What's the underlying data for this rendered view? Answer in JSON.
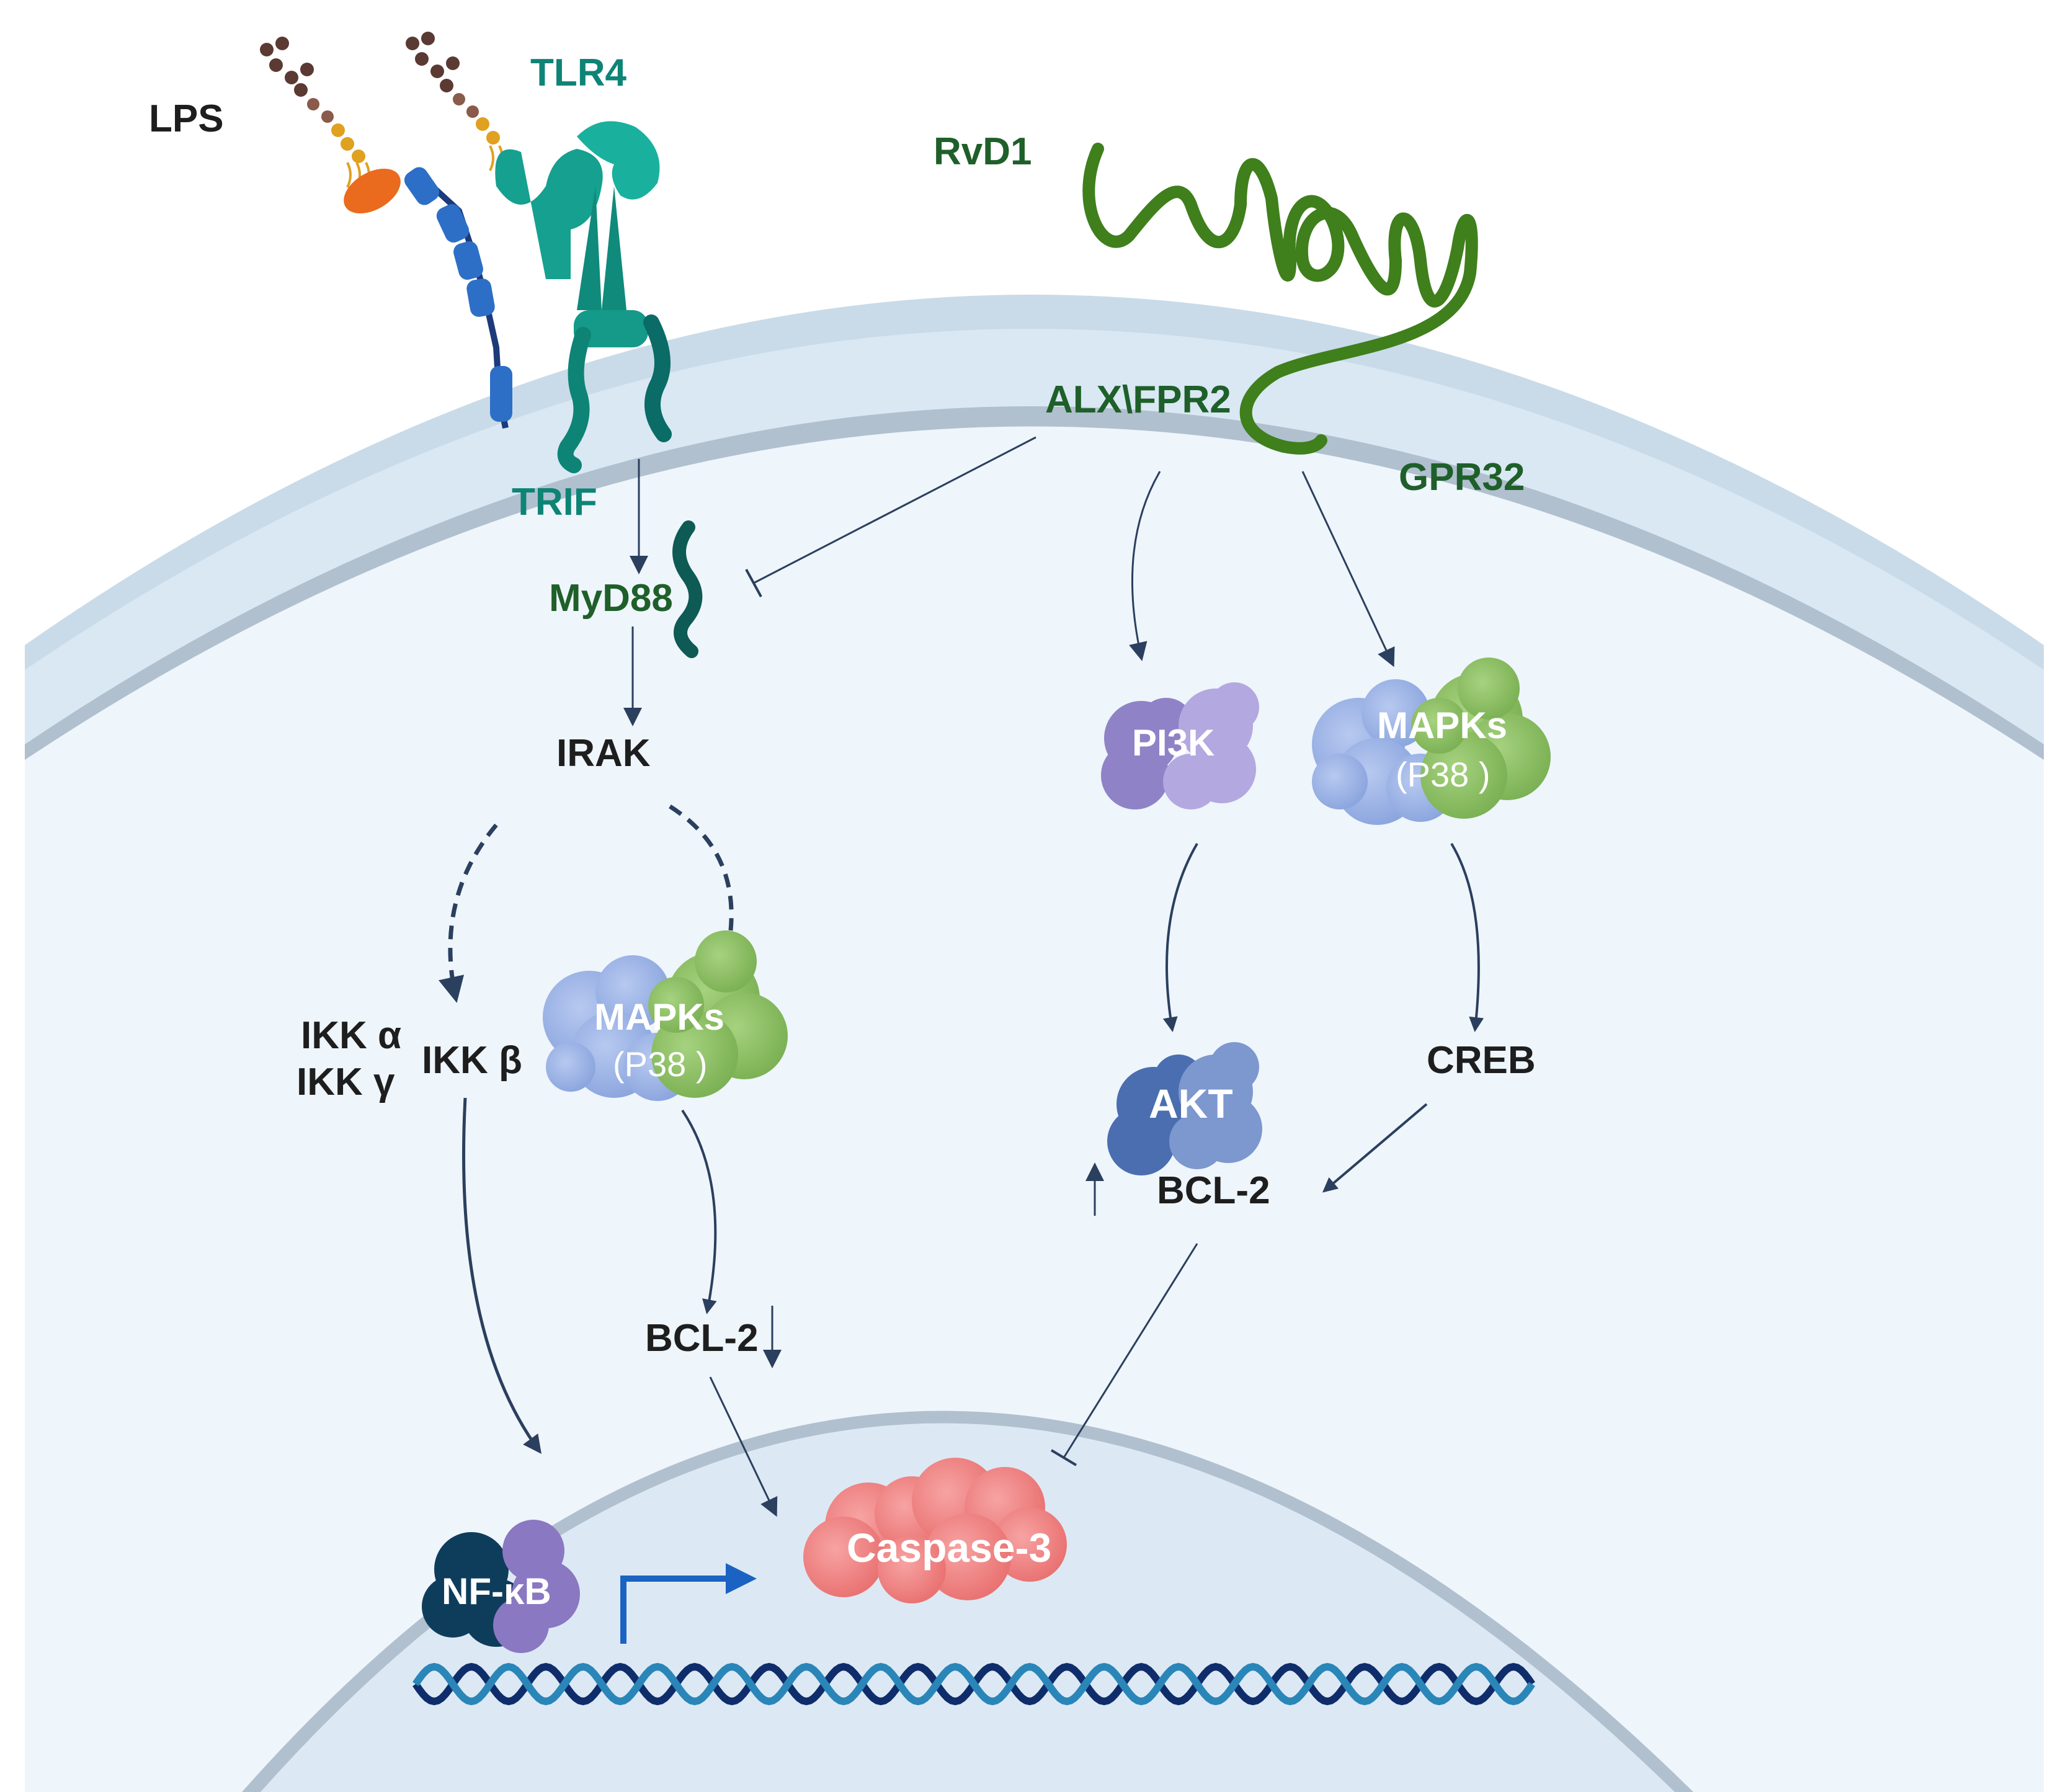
{
  "labels": {
    "lps": "LPS",
    "tlr4": "TLR4",
    "trif": "TRIF",
    "myd88": "MyD88",
    "irak": "IRAK",
    "ikk_a": "IKK α",
    "ikk_g": "IKK γ",
    "ikk_b": "IKK β",
    "rvd1": "RvD1",
    "alx_fpr2": "ALX\\FPR2",
    "gpr32": "GPR32",
    "pi3k": "PI3K",
    "mapks_left": "MAPKs",
    "p38_left": "(P38 )",
    "mapks_right": "MAPKs",
    "p38_right": "(P38 )",
    "akt": "AKT",
    "creb": "CREB",
    "bcl2_up": "BCL-2",
    "bcl2_down": "BCL-2",
    "nfkb": "NF-κB",
    "caspase3": "Caspase-3"
  },
  "colors": {
    "membrane_outer": "#b0c0cf",
    "cytoplasm": "#eef5fb",
    "nucleus": "#dbe8f3",
    "arrow": "#2b3f5e",
    "tlr4": "#15a08f",
    "rvd1_receptor": "#3f7f1c",
    "mapk_blue": "#9db4e6",
    "mapk_green": "#8cc063",
    "pi3k": "#9a8dcf",
    "akt": "#4a6eb0",
    "caspase": "#ef7a7a",
    "nfkb_dark": "#0e3d5c",
    "nfkb_purple": "#8a78c2",
    "lps_oval": "#ea6b1e",
    "cd14": "#2d6fc7",
    "dna_dark": "#0f2d6b",
    "dna_light": "#2a86b8",
    "tss_arrow": "#1a63c2"
  }
}
